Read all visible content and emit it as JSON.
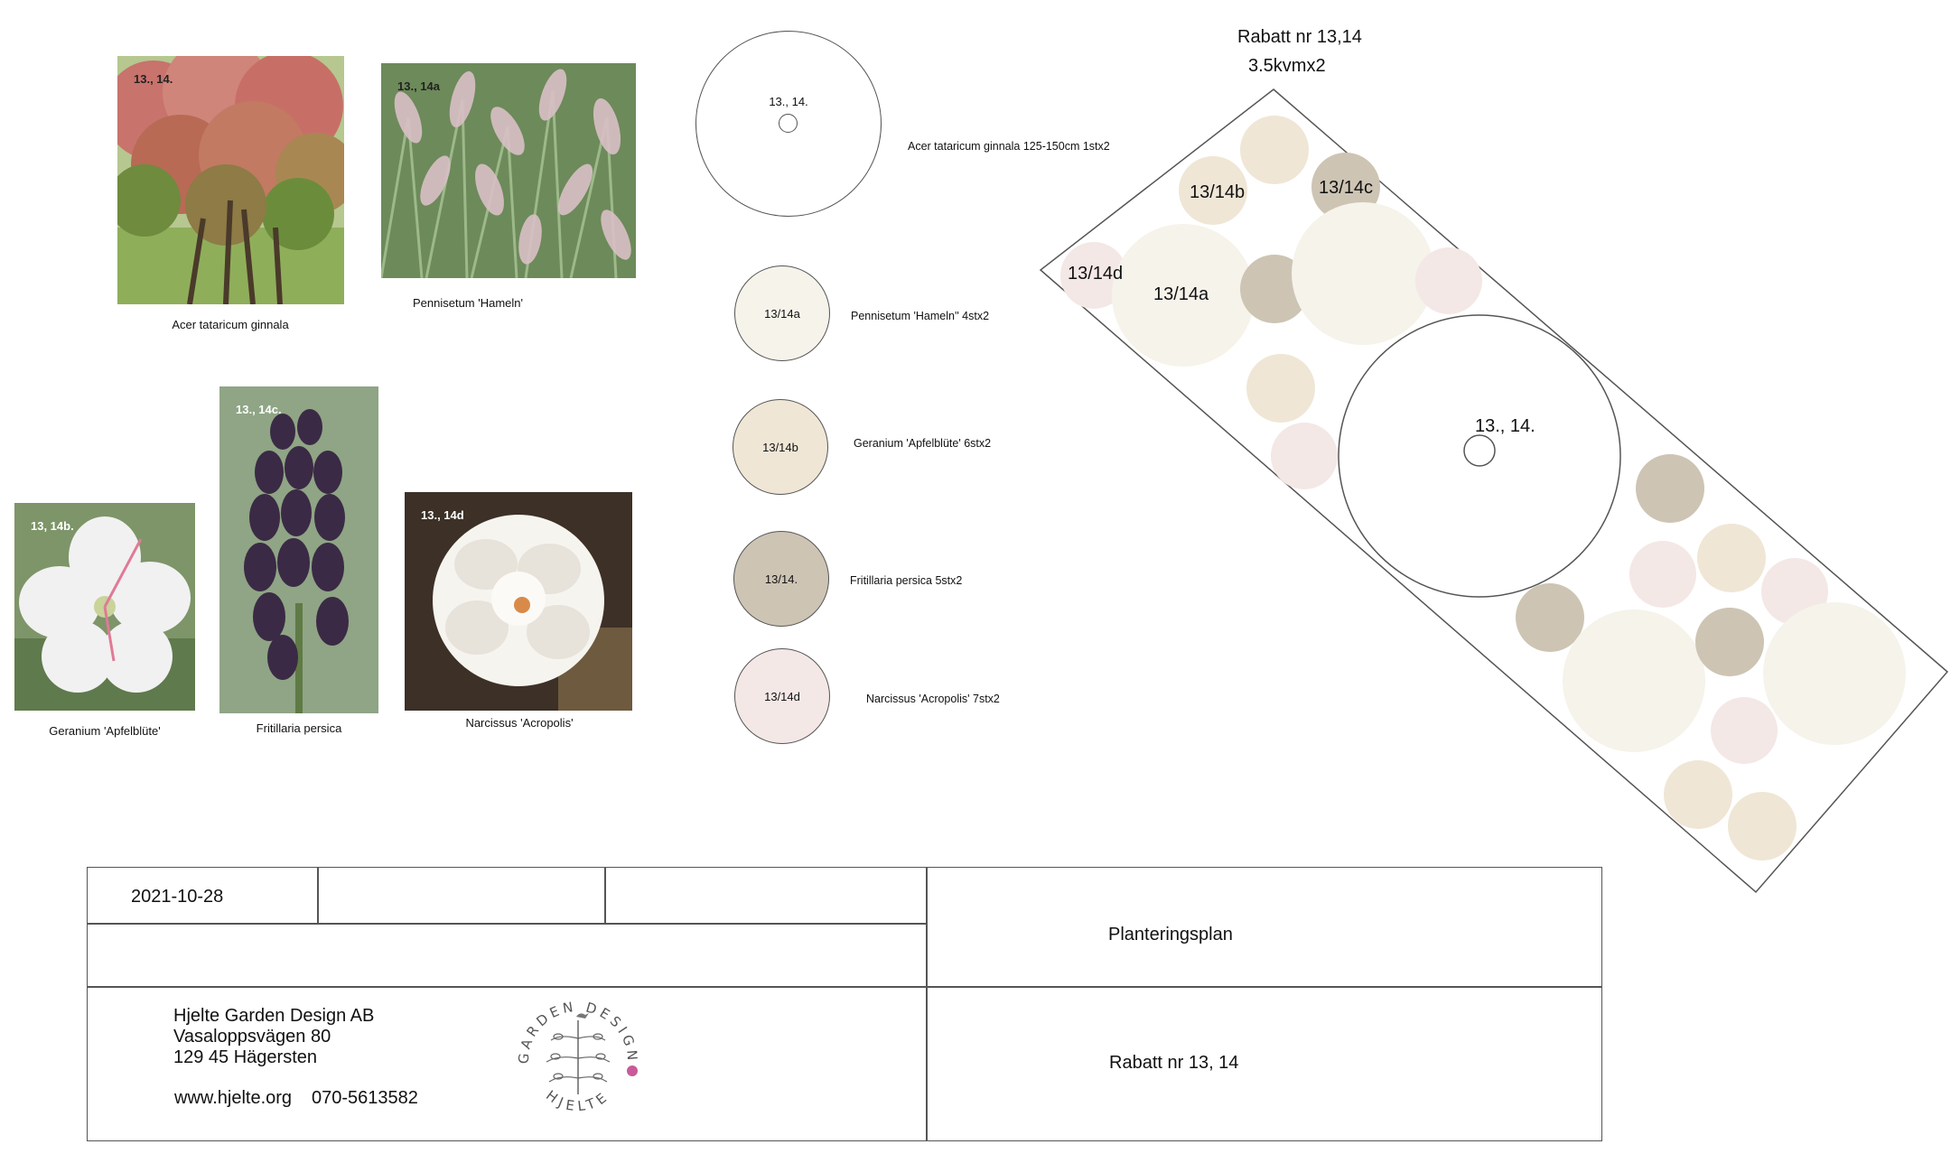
{
  "photos": [
    {
      "id": "acer",
      "label": "13., 14.",
      "caption": "Acer tataricum ginnala"
    },
    {
      "id": "pennisetum",
      "label": "13., 14a",
      "caption": "Pennisetum 'Hameln'"
    },
    {
      "id": "geranium",
      "label": "13, 14b.",
      "caption": "Geranium 'Apfelblüte'"
    },
    {
      "id": "fritillaria",
      "label": "13., 14c.",
      "caption": "Fritillaria persica"
    },
    {
      "id": "narcissus",
      "label": "13., 14d",
      "caption": "Narcissus 'Acropolis'"
    }
  ],
  "legend": [
    {
      "code": "13., 14.",
      "text": "Acer tataricum ginnala 125-150cm 1stx2",
      "color": "#ffffff"
    },
    {
      "code": "13/14a",
      "text": "Pennisetum 'Hameln'' 4stx2",
      "color": "#f5f3ea"
    },
    {
      "code": "13/14b",
      "text": "Geranium 'Apfelblüte' 6stx2",
      "color": "#efe6d6"
    },
    {
      "code": "13/14.",
      "text": "Fritillaria persica 5stx2",
      "color": "#cdc4b4"
    },
    {
      "code": "13/14d",
      "text": "Narcissus 'Acropolis' 7stx2",
      "color": "#f3e8e6"
    }
  ],
  "plan": {
    "title": "Rabatt nr 13,14",
    "size": "3.5kvmx2",
    "labels": {
      "a": "13/14a",
      "b": "13/14b",
      "c": "13/14c",
      "d": "13/14d",
      "tree": "13., 14."
    }
  },
  "title_block": {
    "date": "2021-10-28",
    "plan_type": "Planteringsplan",
    "bed": "Rabatt nr 13, 14",
    "company": "Hjelte Garden Design AB",
    "street": "Vasaloppsvägen 80",
    "city": "129 45 Hägersten",
    "website": "www.hjelte.org",
    "phone": "070-5613582",
    "logo_text_top": "GARDEN DESIGN",
    "logo_text_bottom": "HJELTE"
  }
}
